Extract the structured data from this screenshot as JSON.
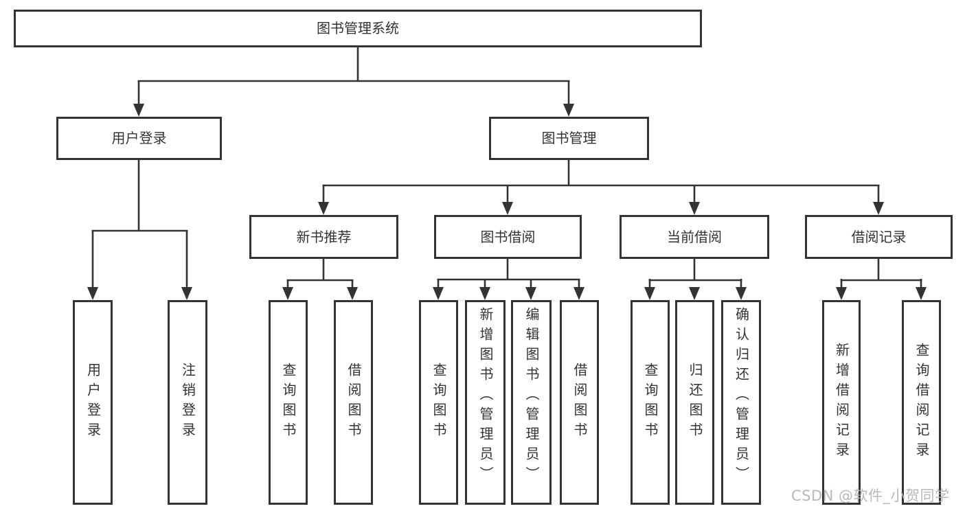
{
  "colors": {
    "background": "#ffffff",
    "box_border": "#333333",
    "line": "#333333",
    "text": "#333333",
    "watermark": "#b2b6b9"
  },
  "nodes": {
    "root": {
      "label": "图书管理系统"
    },
    "user_login": {
      "label": "用户登录"
    },
    "book_mgmt": {
      "label": "图书管理"
    },
    "new_book_rec": {
      "label": "新书推荐"
    },
    "book_borrow": {
      "label": "图书借阅"
    },
    "current_borrow": {
      "label": "当前借阅"
    },
    "borrow_records": {
      "label": "借阅记录"
    },
    "leaf_user_login": {
      "label": "用户登录"
    },
    "leaf_logout": {
      "label": "注销登录"
    },
    "leaf_nbr_query": {
      "label": "查询图书"
    },
    "leaf_nbr_borrow": {
      "label": "借阅图书"
    },
    "leaf_bb_query": {
      "label": "查询图书"
    },
    "leaf_bb_add": {
      "label": "新增图书（管理员）"
    },
    "leaf_bb_edit": {
      "label": "编辑图书（管理员）"
    },
    "leaf_bb_borrow": {
      "label": "借阅图书"
    },
    "leaf_cb_query": {
      "label": "查询图书"
    },
    "leaf_cb_return": {
      "label": "归还图书"
    },
    "leaf_cb_confirm": {
      "label": "确认归还（管理员）"
    },
    "leaf_br_add": {
      "label": "新增借阅记录"
    },
    "leaf_br_query": {
      "label": "查询借阅记录"
    }
  },
  "watermark": {
    "text": "CSDN @软件_小贺同学"
  }
}
